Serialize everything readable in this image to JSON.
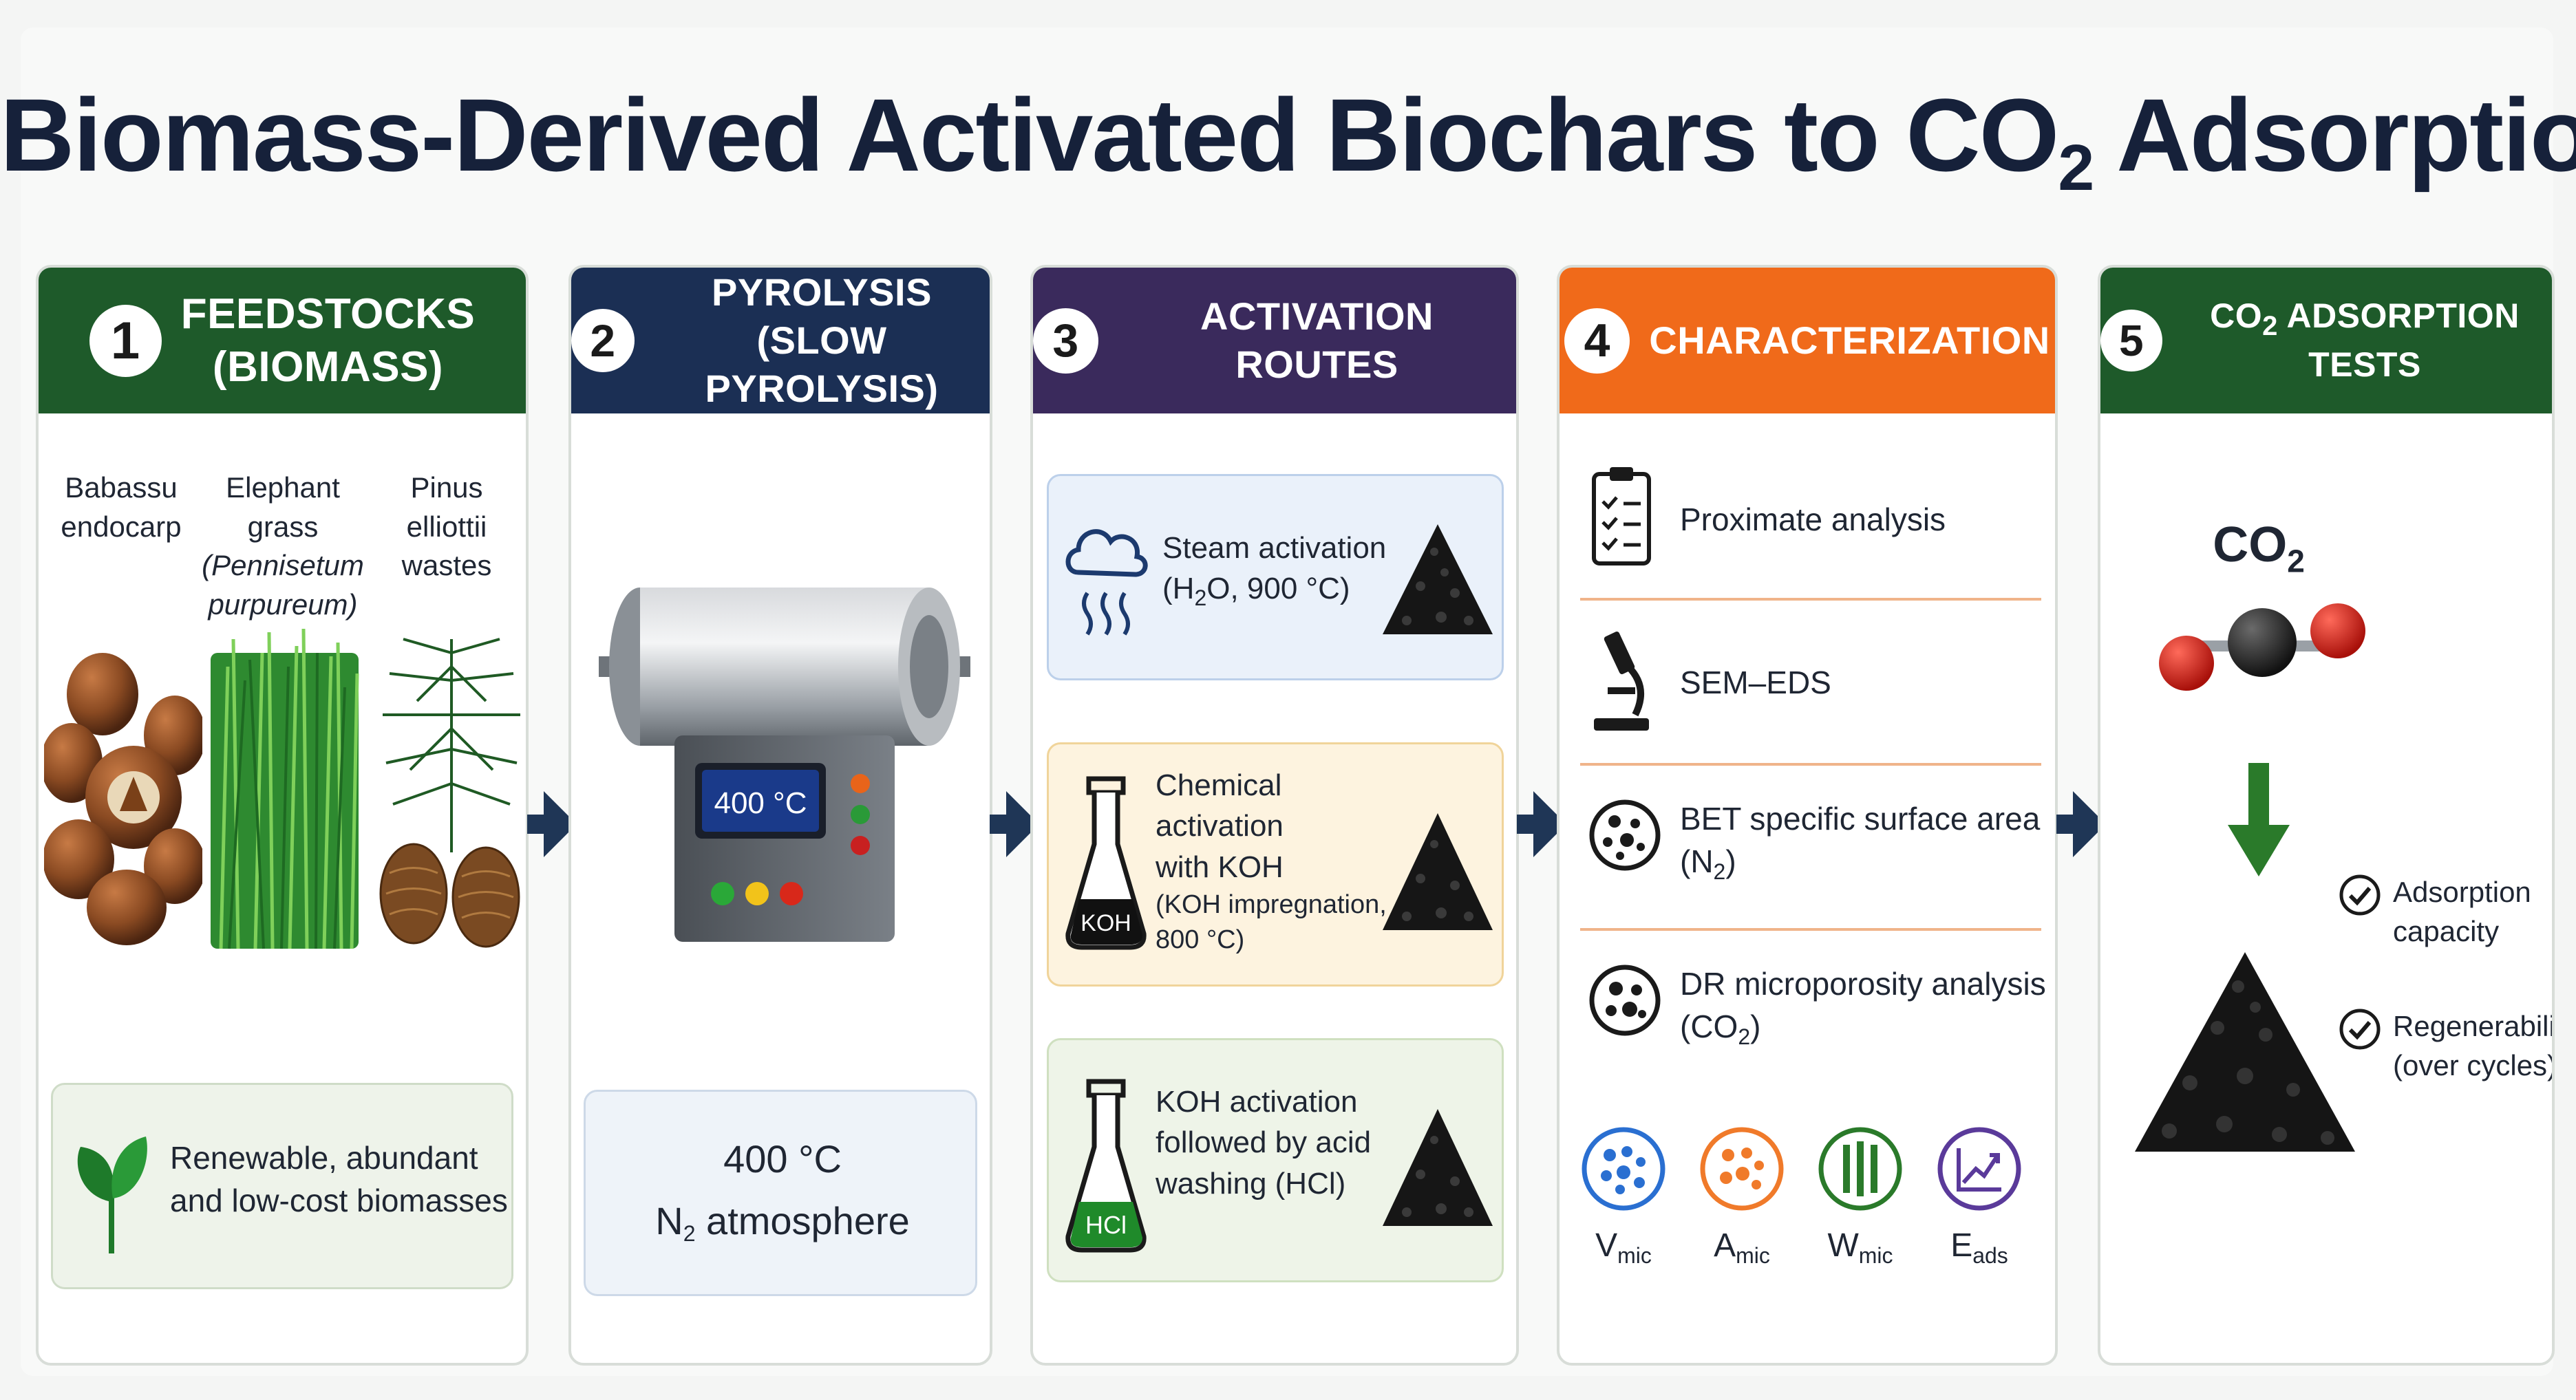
{
  "title": {
    "main": "Biomass-Derived Activated Biochars to CO",
    "sub": "2",
    "rest": " Adsorption"
  },
  "colors": {
    "green": "#1e5a2a",
    "navy": "#1b2f54",
    "purple": "#3a2a5c",
    "orange": "#f06a1a",
    "arrow": "#1f3656"
  },
  "panels": [
    {
      "number": "1",
      "label": "FEEDSTOCKS\n(BIOMASS)",
      "feedstocks": [
        {
          "name": "Babassu\nendocarp"
        },
        {
          "name": "Elephant grass",
          "latin": "(Pennisetum\npurpureum)"
        },
        {
          "name": "Pinus elliottii\nwastes"
        }
      ],
      "note": "Renewable, abundant\nand low-cost biomasses",
      "icon": "leaf-icon"
    },
    {
      "number": "2",
      "label": "PYROLYSIS\n(SLOW PYROLYSIS)",
      "display": "400 °C",
      "conditions": {
        "line1": "400 °C",
        "line2a": "N",
        "line2sub": "2",
        "line2b": " atmosphere"
      }
    },
    {
      "number": "3",
      "label": "ACTIVATION ROUTES",
      "routes": [
        {
          "l1": "Steam activation",
          "l2a": "(H",
          "l2sub": "2",
          "l2b": "O, 900 °C)",
          "icon": "cloud-steam-icon"
        },
        {
          "l1": "Chemical activation",
          "l2": "with KOH",
          "l3": "(KOH impregnation,",
          "l4": "800 °C)",
          "flask": "KOH"
        },
        {
          "l1": "KOH activation",
          "l2": "followed by acid",
          "l3": "washing (HCl)",
          "flask": "HCl"
        }
      ]
    },
    {
      "number": "4",
      "label": "CHARACTERIZATION",
      "items": [
        {
          "text": "Proximate analysis",
          "icon": "clipboard-icon"
        },
        {
          "text": "SEM–EDS",
          "icon": "microscope-icon"
        },
        {
          "text": "BET specific surface area",
          "text2a": "(N",
          "text2sub": "2",
          "text2b": ")",
          "icon": "pores-icon"
        },
        {
          "text": "DR microporosity analysis",
          "text2a": "(CO",
          "text2sub": "2",
          "text2b": ")",
          "icon": "pores-icon"
        }
      ],
      "params": [
        {
          "main": "V",
          "sub": "mic",
          "color": "#2a6fd1"
        },
        {
          "main": "A",
          "sub": "mic",
          "color": "#f07a2a"
        },
        {
          "main": "W",
          "sub": "mic",
          "color": "#2a7a2a"
        },
        {
          "main": "E",
          "sub": "ads",
          "color": "#5a3a9a"
        }
      ]
    },
    {
      "number": "5",
      "label_a": "CO",
      "label_sub": "2",
      "label_b": " ADSORPTION TESTS",
      "molecule_a": "CO",
      "molecule_sub": "2",
      "checks": [
        {
          "l1": "Adsorption",
          "l2": "capacity"
        },
        {
          "l1": "Regenerability",
          "l2": "(over cycles)"
        }
      ]
    }
  ]
}
